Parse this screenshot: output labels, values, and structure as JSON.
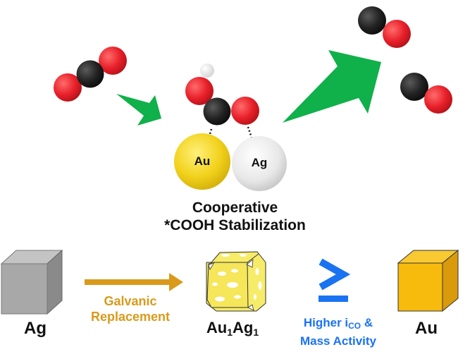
{
  "title": {
    "line1": "Cooperative",
    "line2": "*COOH Stabilization"
  },
  "atoms": {
    "au": "Au",
    "ag": "Ag"
  },
  "bottom": {
    "ag_label": "Ag",
    "galvanic_line1": "Galvanic",
    "galvanic_line2": "Replacement",
    "alloy_base1": "Au",
    "alloy_sub1": "1",
    "alloy_base2": "Ag",
    "alloy_sub2": "1",
    "comparison_symbol": "≥",
    "higher_pre": "Higher i",
    "higher_sub": "CO",
    "higher_post": " &",
    "mass_activity": "Mass Activity",
    "au_label": "Au"
  },
  "colors": {
    "oxygen": "#e8202a",
    "carbon": "#1e1e1e",
    "hydrogen": "#e9e9e9",
    "gold_atom": "#f2d21c",
    "silver_atom": "#e6e6e6",
    "green_arrow": "#10b04a",
    "galvanic_text": "#d99a1b",
    "higher_text": "#1a73f0",
    "ag_cube": "#a8a8a8",
    "au_cube": "#f7bb0e",
    "alloy_fill": "#f7ec6a"
  }
}
